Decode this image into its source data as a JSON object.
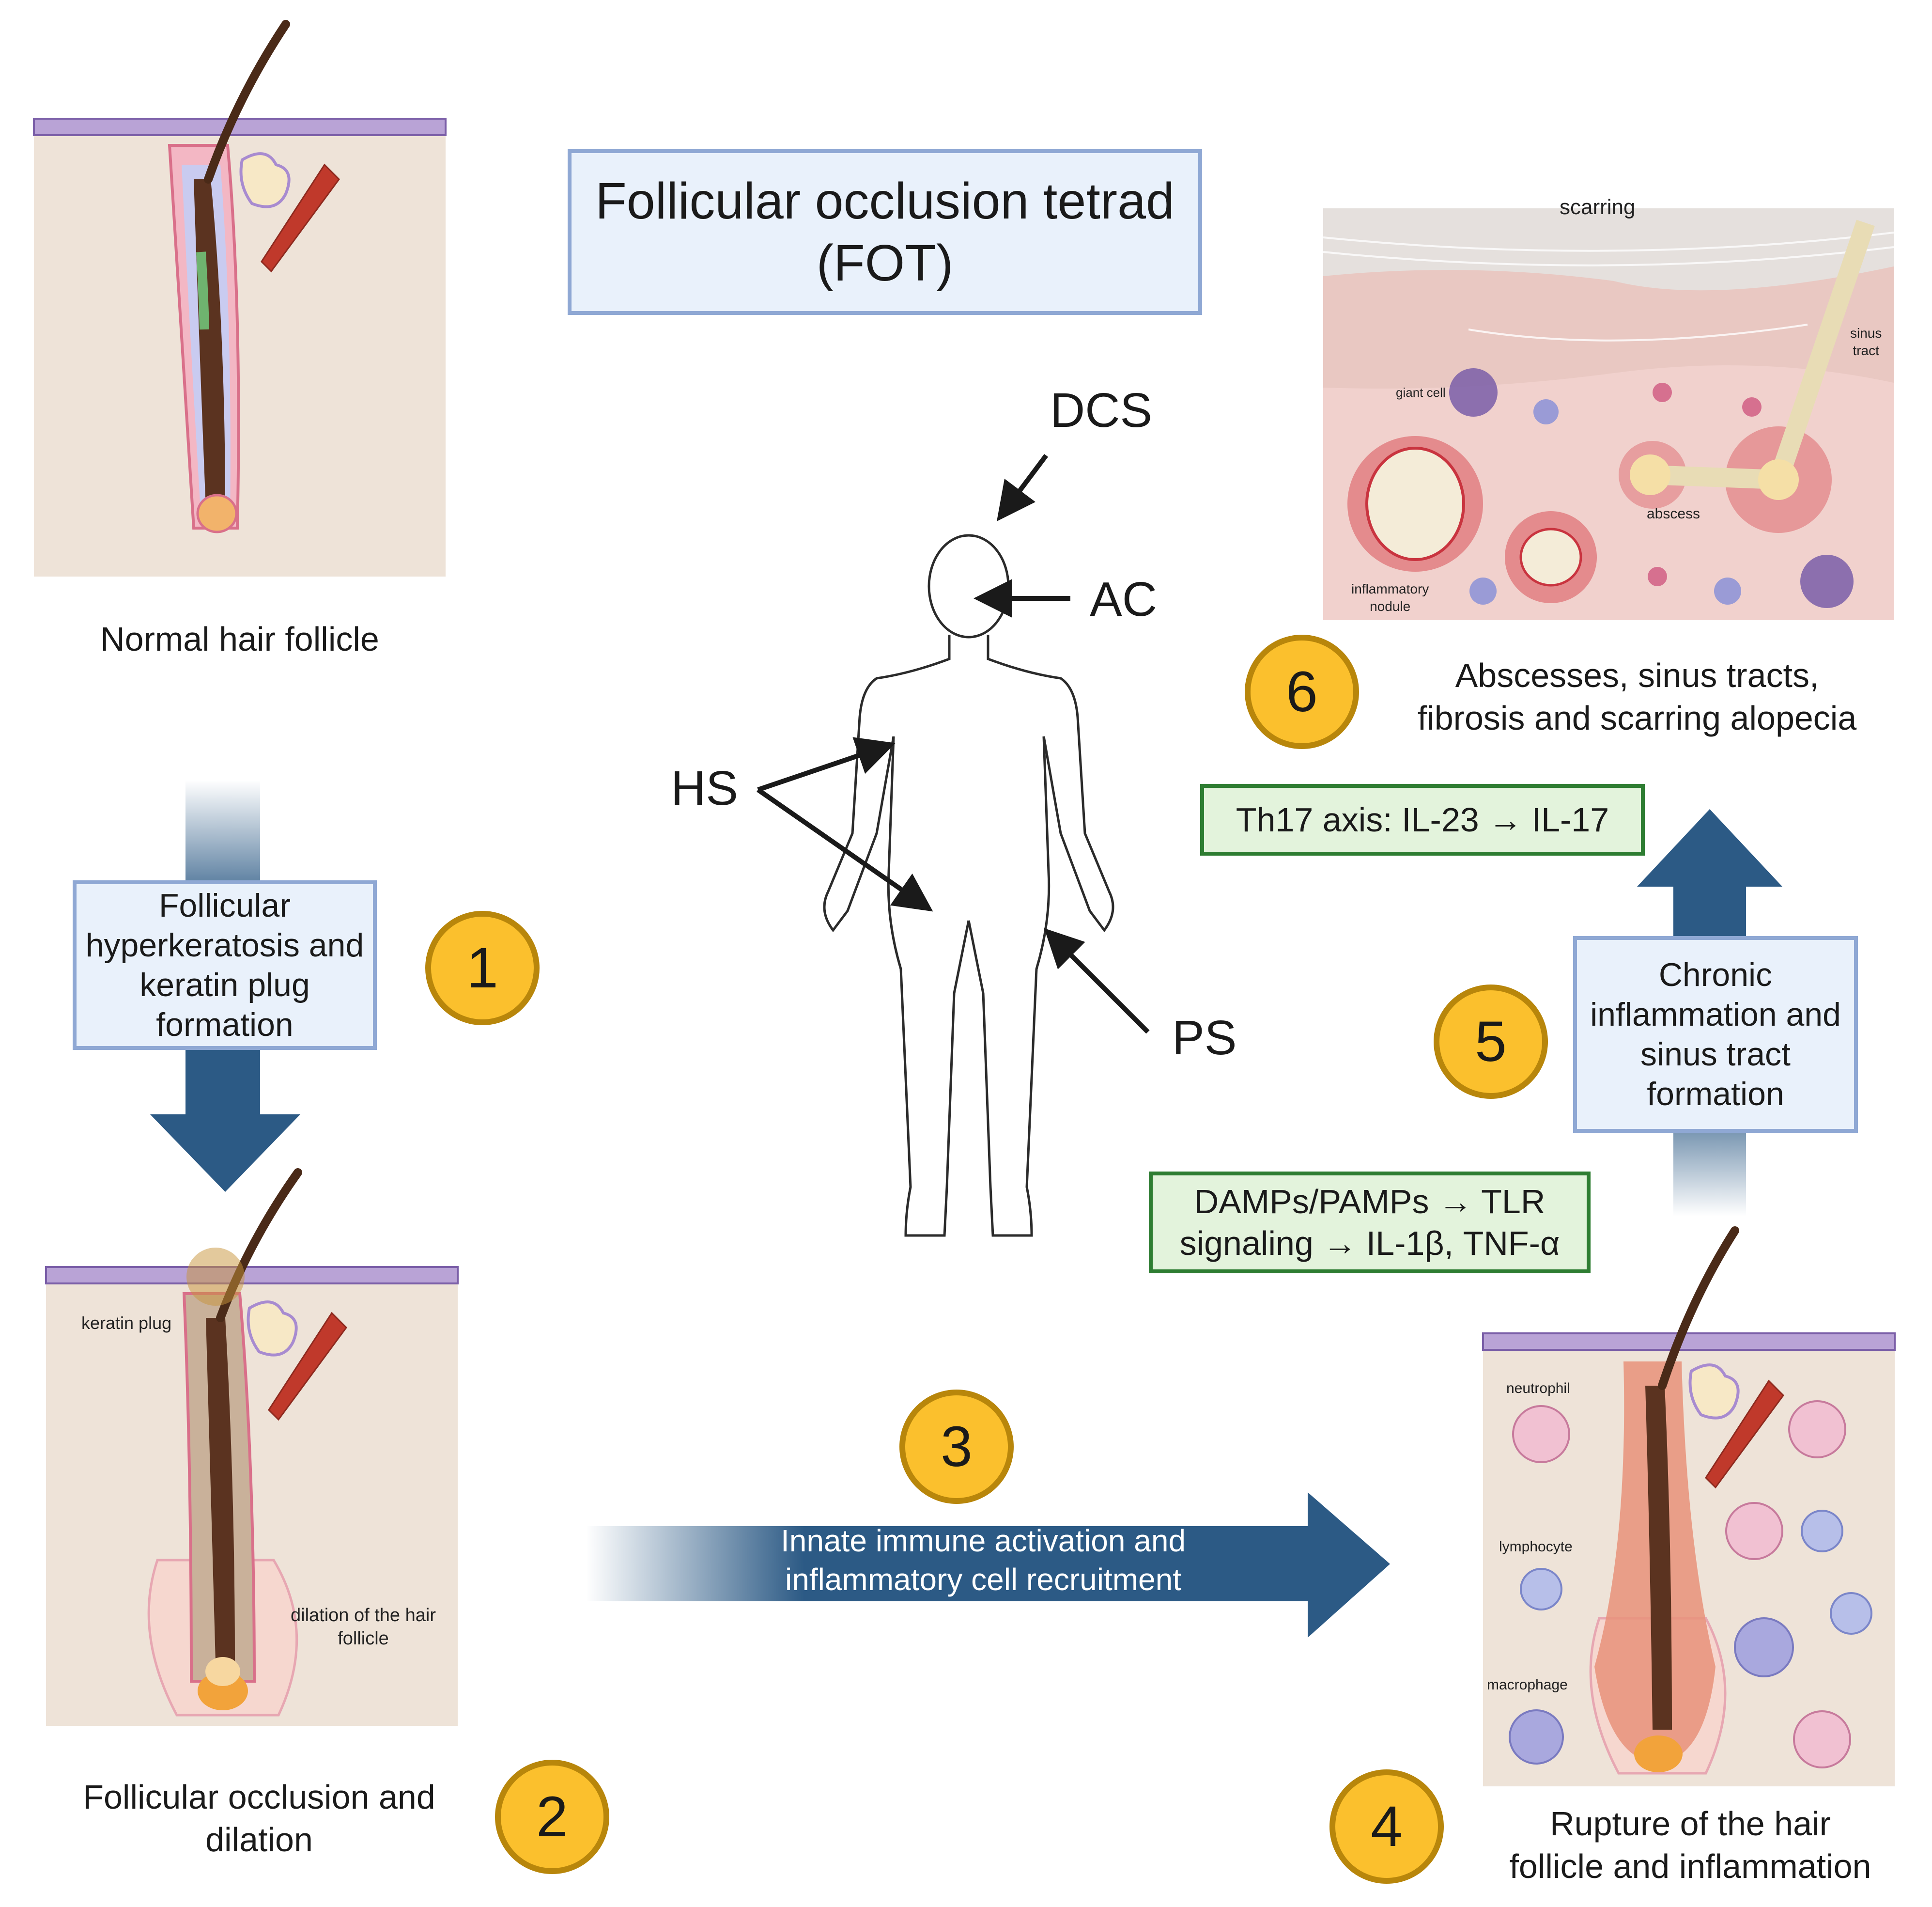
{
  "title": "Follicular occlusion tetrad\n(FOT)",
  "body_labels": {
    "dcs": "DCS",
    "ac": "AC",
    "hs": "HS",
    "ps": "PS"
  },
  "steps": {
    "s1": {
      "num": "1",
      "label": "Follicular hyperkeratosis and keratin plug formation"
    },
    "s2": {
      "num": "2",
      "caption": "Follicular occlusion and\ndilation"
    },
    "s3": {
      "num": "3",
      "label": "Innate immune activation and\ninflammatory cell recruitment"
    },
    "s4": {
      "num": "4",
      "caption": "Rupture of the hair\nfollicle and inflammation"
    },
    "s5": {
      "num": "5",
      "label": "Chronic inflammation and sinus tract formation"
    },
    "s6": {
      "num": "6",
      "caption": "Abscesses, sinus tracts,\nfibrosis and scarring alopecia"
    }
  },
  "normal_caption": "Normal hair follicle",
  "pathways": {
    "th17": "Th17 axis: IL-23 → IL-17",
    "damps": "DAMPs/PAMPs → TLR\nsignaling → IL-1β, TNF-α"
  },
  "panel2_labels": {
    "keratin_plug": "keratin plug",
    "dilation": "dilation of the hair\nfollicle"
  },
  "panel4_labels": {
    "neutrophil": "neutrophil",
    "lymphocyte": "lymphocyte",
    "macrophage": "macrophage"
  },
  "panel6_labels": {
    "scarring": "scarring",
    "giant_cell": "giant cell",
    "sinus_tract": "sinus\ntract",
    "abscess": "abscess",
    "nodule": "inflammatory\nnodule"
  },
  "colors": {
    "arrow": "#2c5a85",
    "badge": "#fbc02d",
    "box_border": "#8fa8d4",
    "green_border": "#2e7d32"
  }
}
